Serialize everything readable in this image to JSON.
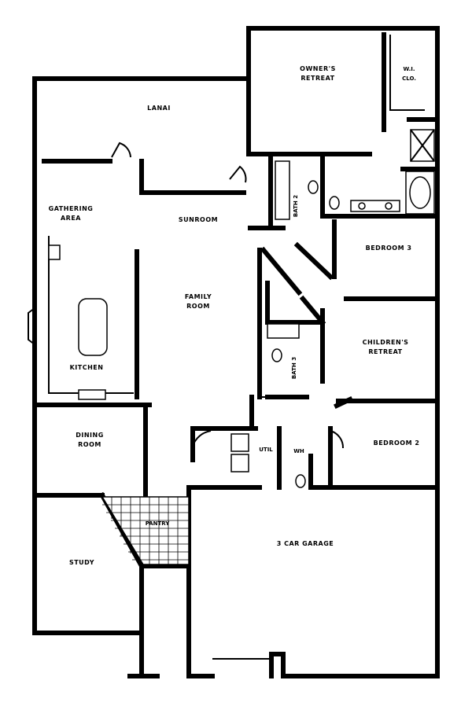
{
  "rooms": {
    "owners_retreat": [
      "OWNER'S",
      "RETREAT"
    ],
    "wic": [
      "W.I.",
      "CLO."
    ],
    "lanai": "LANAI",
    "gathering_area": [
      "GATHERING",
      "AREA"
    ],
    "sunroom": "SUNROOM",
    "bath_2": "BATH 2",
    "bedroom_3": "BEDROOM 3",
    "family_room": [
      "FAMILY",
      "ROOM"
    ],
    "childrens_retreat": [
      "CHILDREN'S",
      "RETREAT"
    ],
    "bath_3": "BATH 3",
    "kitchen": "KITCHEN",
    "dining_room": [
      "DINING",
      "ROOM"
    ],
    "utility": "UTIL",
    "wh": "WH",
    "bedroom_2": "BEDROOM 2",
    "pantry": "PANTRY",
    "garage": "3 CAR GARAGE",
    "study": "STUDY"
  }
}
